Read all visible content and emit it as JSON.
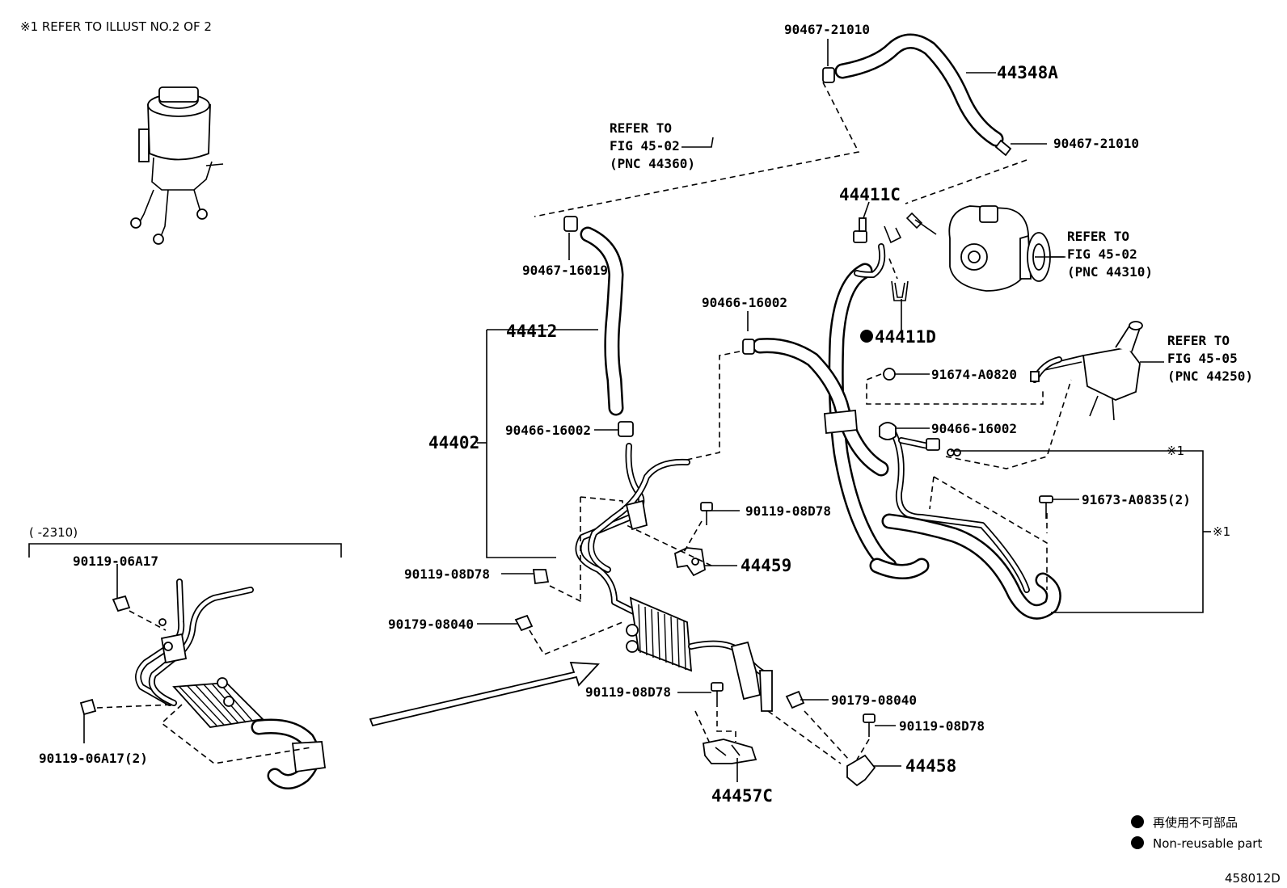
{
  "header_note": "※1 REFER TO ILLUST NO.2 OF 2",
  "diagram_id": "458012D",
  "labels": {
    "p90467_21010_top": "90467-21010",
    "p44348A": "44348A",
    "p90467_21010_right": "90467-21010",
    "ref_reservoir": [
      "REFER TO",
      "FIG 45-02",
      "(PNC 44360)"
    ],
    "p44411C": "44411C",
    "ref_pump": [
      "REFER TO",
      "FIG 45-02",
      "(PNC 44310)"
    ],
    "p90467_16019": "90467-16019",
    "p90466_16002_a": "90466-16002",
    "p44411D": "44411D",
    "p44412": "44412",
    "ref_gear": [
      "REFER TO",
      "FIG 45-05",
      "(PNC 44250)"
    ],
    "p91674_A0820": "91674-A0820",
    "p90466_16002_b": "90466-16002",
    "p44402": "44402",
    "p90466_16002_c": "90466-16002",
    "ref_mark_1": "※1",
    "p91673_A0835": "91673-A0835(2)",
    "ref_mark_2": "※1",
    "p90119_08D78_a": "90119-08D78",
    "p44459": "44459",
    "p90119_08D78_b": "90119-08D78",
    "p90179_08040_a": "90179-08040",
    "inset_range": "(       -2310)",
    "p90119_06A17": "90119-06A17",
    "p90119_06A17_2": "90119-06A17(2)",
    "p90119_08D78_c": "90119-08D78",
    "p90179_08040_b": "90179-08040",
    "p90119_08D78_d": "90119-08D78",
    "p44458": "44458",
    "p44457C": "44457C"
  },
  "legend": {
    "ja": "再使用不可部品",
    "en": "Non-reusable part"
  }
}
